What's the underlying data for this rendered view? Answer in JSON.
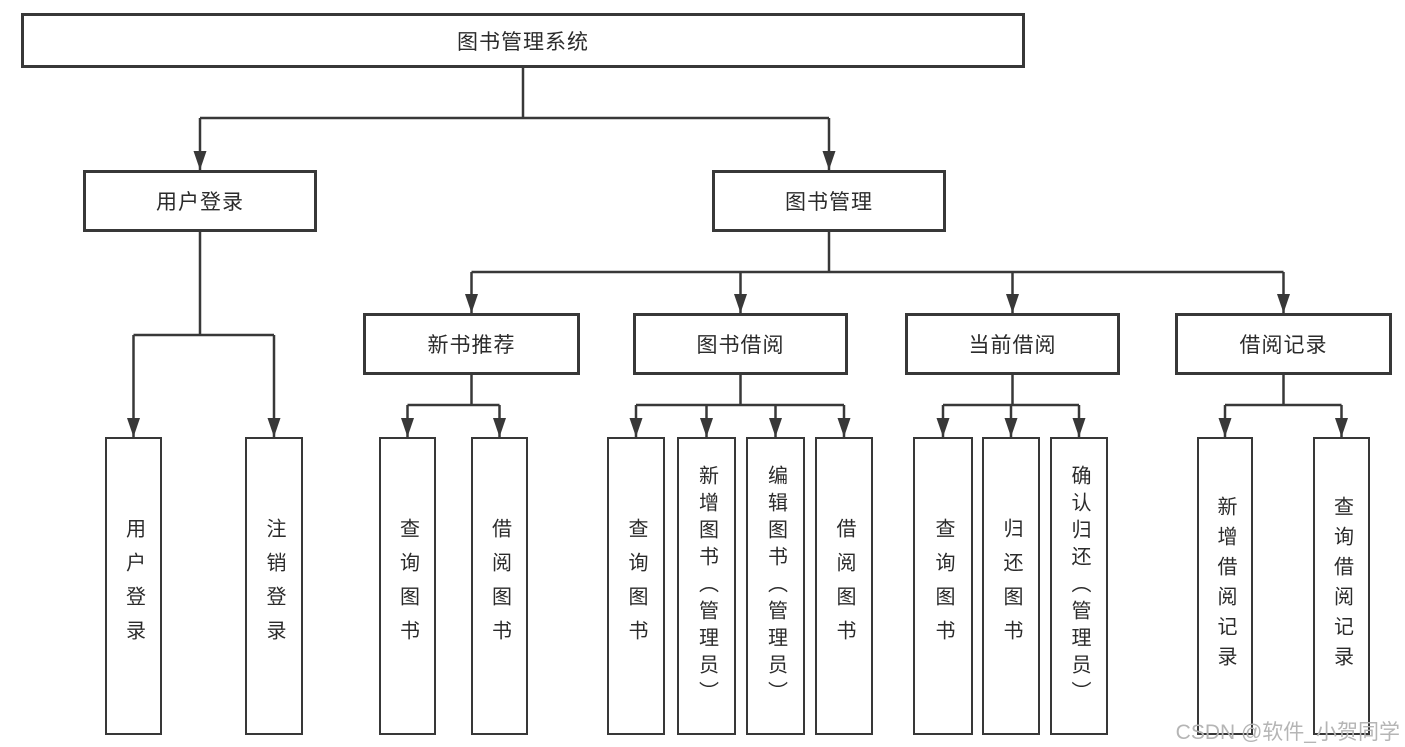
{
  "diagram": {
    "type": "hierarchy-diagram",
    "tree": {
      "label": "图书管理系统",
      "children": [
        {
          "label": "用户登录",
          "children": [
            {
              "label": "用户登录"
            },
            {
              "label": "注销登录"
            }
          ]
        },
        {
          "label": "图书管理",
          "children": [
            {
              "label": "新书推荐",
              "children": [
                {
                  "label": "查询图书"
                },
                {
                  "label": "借阅图书"
                }
              ]
            },
            {
              "label": "图书借阅",
              "children": [
                {
                  "label": "查询图书"
                },
                {
                  "label": "新增图书（管理员）"
                },
                {
                  "label": "编辑图书（管理员）"
                },
                {
                  "label": "借阅图书"
                }
              ]
            },
            {
              "label": "当前借阅",
              "children": [
                {
                  "label": "查询图书"
                },
                {
                  "label": "归还图书"
                },
                {
                  "label": "确认归还（管理员）"
                }
              ]
            },
            {
              "label": "借阅记录",
              "children": [
                {
                  "label": "新增借阅记录"
                },
                {
                  "label": "查询借阅记录"
                }
              ]
            }
          ]
        }
      ]
    },
    "colors": {
      "line": "#383838",
      "box_border": "#383838",
      "box_fill": "#ffffff",
      "text": "#2b2b2b",
      "watermark": "#b5b5b5",
      "background": "#ffffff"
    }
  },
  "watermark": {
    "text": "CSDN @软件_小贺同学"
  }
}
